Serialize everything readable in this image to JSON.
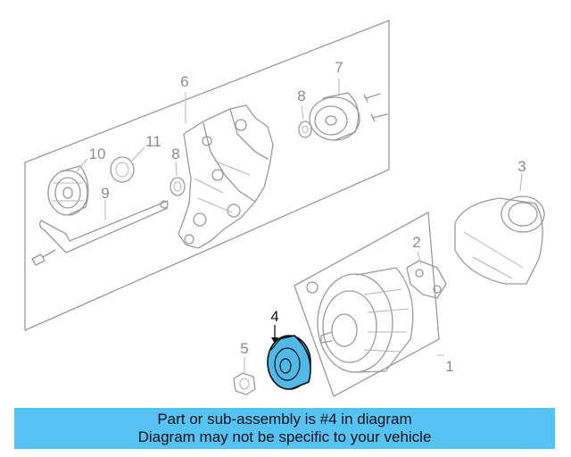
{
  "diagram": {
    "highlight_color": "#4fb9e9",
    "callouts": {
      "c1": "1",
      "c2": "2",
      "c3": "3",
      "c4": "4",
      "c5": "5",
      "c6": "6",
      "c7": "7",
      "c8a": "8",
      "c8b": "8",
      "c9": "9",
      "c10": "10",
      "c11": "11"
    }
  },
  "banner": {
    "line1": "Part or sub-assembly is #4 in diagram",
    "line2": "Diagram may not be specific to your vehicle",
    "background": "#56c3f6"
  }
}
